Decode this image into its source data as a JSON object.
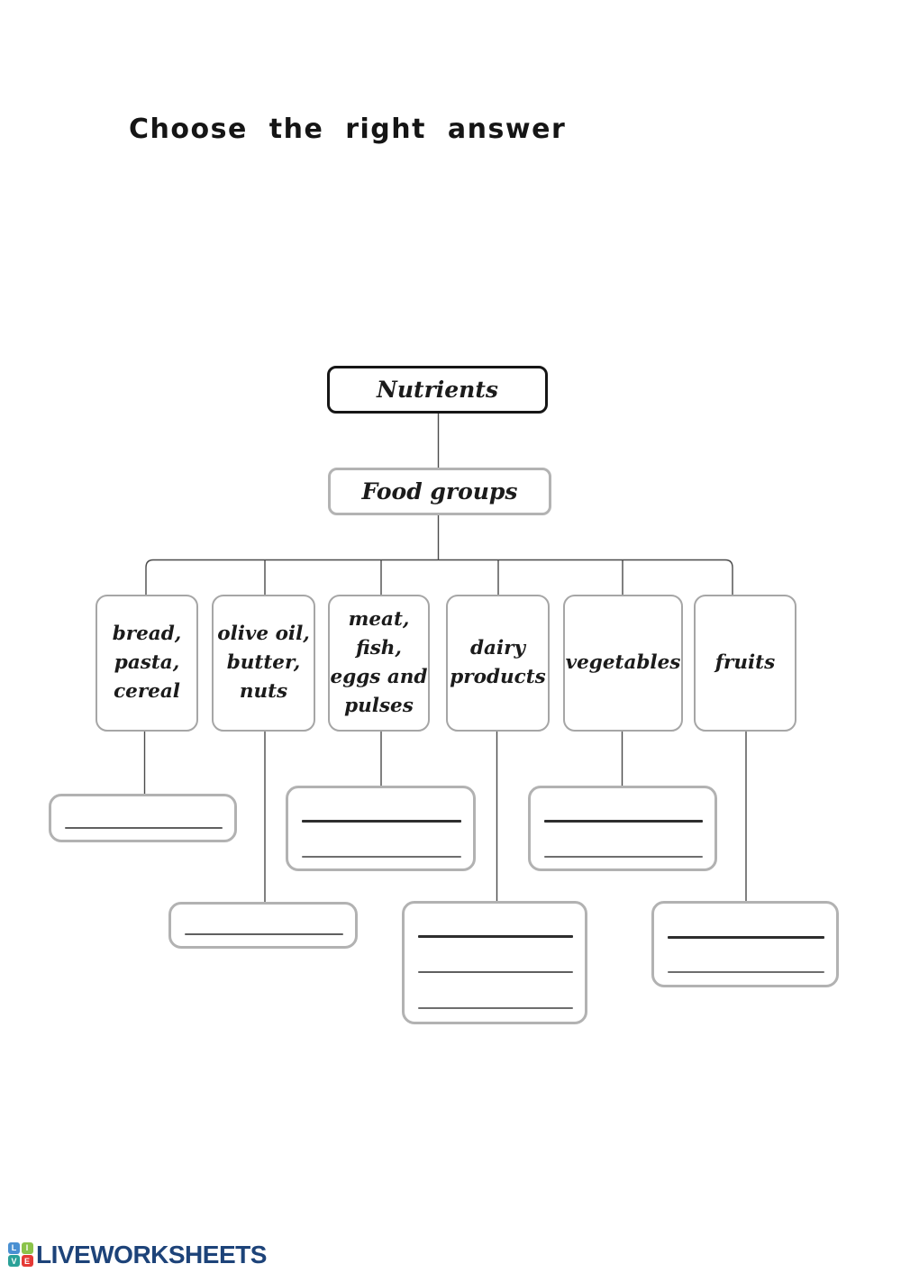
{
  "page": {
    "title": "Choose the right answer"
  },
  "diagram": {
    "root_label": "Nutrients",
    "level2_label": "Food groups",
    "groups": [
      {
        "name": "bread-pasta-cereal",
        "lines": [
          "bread,",
          "pasta,",
          "cereal"
        ]
      },
      {
        "name": "olive-oil-butter-nuts",
        "lines": [
          "olive oil,",
          "butter,",
          "nuts"
        ]
      },
      {
        "name": "meat-fish-eggs-pulses",
        "lines": [
          "meat, fish,",
          "eggs and",
          "pulses"
        ]
      },
      {
        "name": "dairy-products",
        "lines": [
          "dairy",
          "products"
        ]
      },
      {
        "name": "vegetables",
        "lines": [
          "vegetables"
        ]
      },
      {
        "name": "fruits",
        "lines": [
          "fruits"
        ]
      }
    ],
    "answer_boxes": [
      {
        "for": "bread-pasta-cereal",
        "blank_lines": 1
      },
      {
        "for": "olive-oil-butter-nuts",
        "blank_lines": 1
      },
      {
        "for": "meat-fish-eggs-pulses",
        "blank_lines": 2
      },
      {
        "for": "vegetables",
        "blank_lines": 2
      },
      {
        "for": "dairy-products",
        "blank_lines": 3
      },
      {
        "for": "fruits",
        "blank_lines": 2
      }
    ]
  },
  "footer": {
    "logo_text": "LIVEWORKSHEETS",
    "logo_letters": [
      "L",
      "I",
      "V",
      "E"
    ],
    "logo_colors": {
      "blue": "#4a90d2",
      "green": "#8bc34a",
      "teal": "#2aa198",
      "red": "#e53935",
      "text": "#1d4379"
    }
  }
}
